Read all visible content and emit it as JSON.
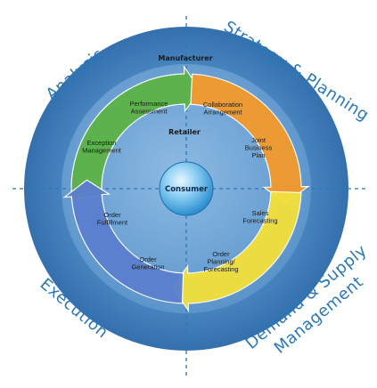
{
  "quadrants": {
    "analysis": "Analysis",
    "strategy": "Strategy & Planning",
    "demand_line1": "Demand & Supply",
    "demand_line2": "Management",
    "execution": "Execution"
  },
  "ring_labels": {
    "manufacturer": "Manufacturer",
    "retailer": "Retailer",
    "consumer": "Consumer"
  },
  "steps": [
    {
      "lines": [
        "Collaboration",
        "Arrangement"
      ]
    },
    {
      "lines": [
        "Joint",
        "Business",
        "Plan"
      ]
    },
    {
      "lines": [
        "Sales",
        "Forecasting"
      ]
    },
    {
      "lines": [
        "Order",
        "Planning/",
        "Forecasting"
      ]
    },
    {
      "lines": [
        "Order",
        "Generation"
      ]
    },
    {
      "lines": [
        "Order",
        "Fulfillment"
      ]
    },
    {
      "lines": [
        "Exception",
        "Management"
      ]
    },
    {
      "lines": [
        "Performance",
        "Assessment"
      ]
    }
  ],
  "colors": {
    "outer_disk": "#3f7fbf",
    "inner_disk": "#7fb3df",
    "arc_green": "#5cb346",
    "arc_orange": "#f39a2b",
    "arc_yellow": "#f3e13a",
    "arc_blue": "#5a7fcf",
    "quadrant_text": "#2b78b8"
  }
}
